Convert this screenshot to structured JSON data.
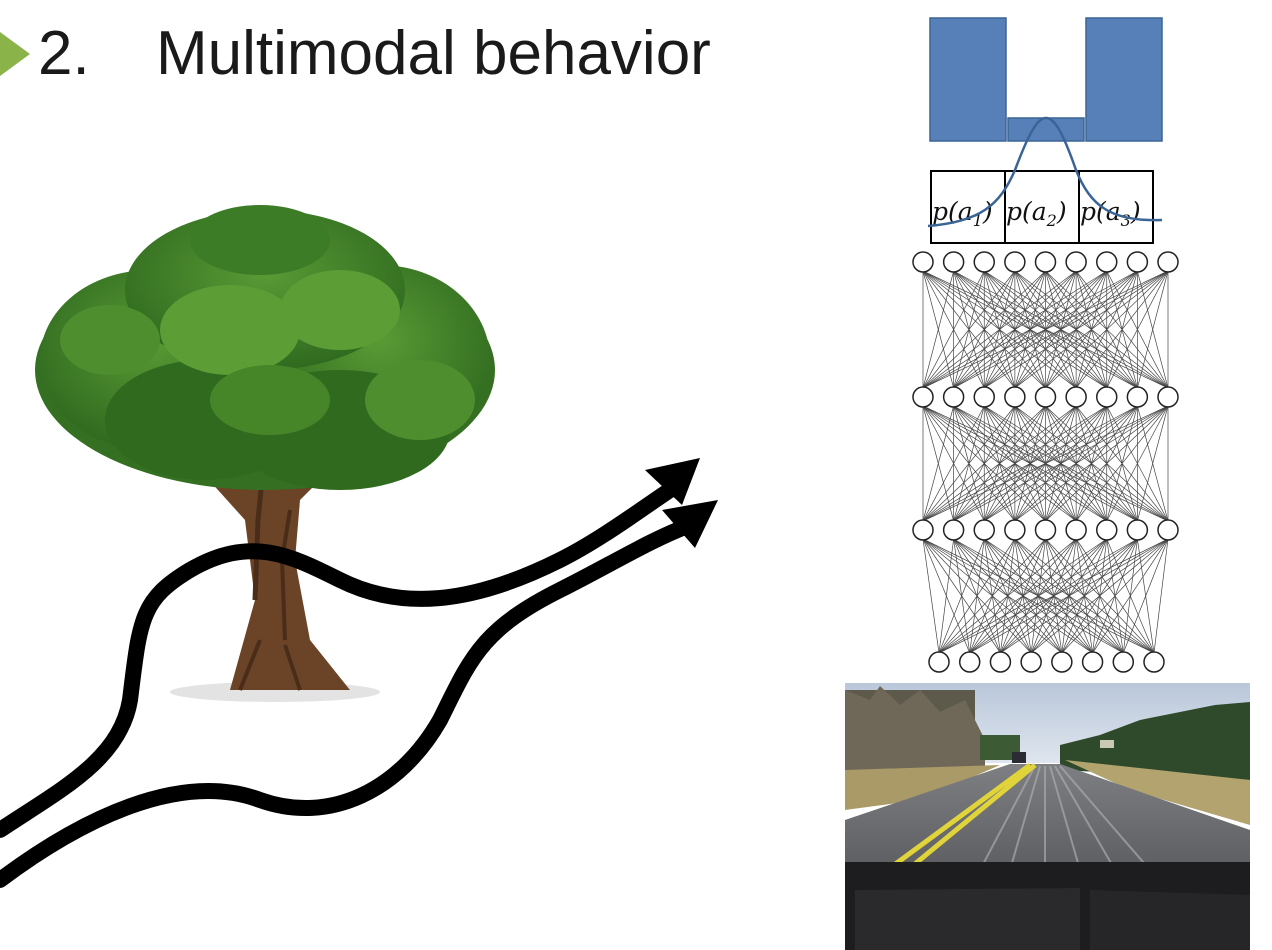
{
  "slide": {
    "bullet_number": "2.",
    "title": "Multimodal behavior"
  },
  "distribution": {
    "bar_heights_relative": [
      1.0,
      0.2,
      1.0
    ],
    "bar_color": "#5780b8",
    "curve_color": "#3b6496",
    "cells": [
      "p(a1)",
      "p(a2)",
      "p(a3)"
    ]
  },
  "network": {
    "layers": [
      9,
      9,
      9,
      8
    ],
    "edge_color": "#444444"
  },
  "colors": {
    "bullet": "#8ab34a",
    "tree_foliage": "#3f7f28",
    "tree_trunk": "#6b4427",
    "path": "#000000"
  },
  "icons": {
    "tree": "tree-illustration",
    "road": "road-camera-photo"
  }
}
